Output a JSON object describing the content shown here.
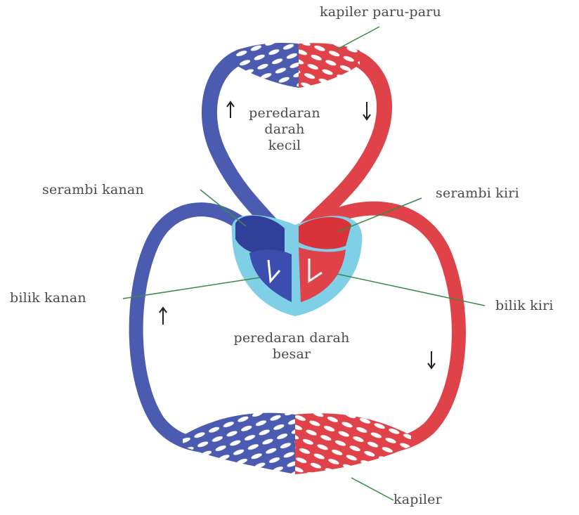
{
  "labels": {
    "lung_capillary": "kapiler paru-paru",
    "pulmonary_circulation": [
      "peredaran",
      "darah",
      "kecil"
    ],
    "right_atrium": "serambi kanan",
    "left_atrium": "serambi kiri",
    "right_ventricle": "bilik kanan",
    "left_ventricle": "bilik kiri",
    "systemic_circulation": [
      "peredaran darah",
      "besar"
    ],
    "body_capillary": "kapiler"
  },
  "colors": {
    "deoxygenated": "#4a5bb0",
    "oxygenated": "#e0424a",
    "heart_chamber_dark": "#2f3f9a",
    "heart_chamber_red": "#d8323a",
    "pericardium": "#7fd0e6",
    "leader_line": "#3a8a4a",
    "arrow": "#ffffff"
  }
}
